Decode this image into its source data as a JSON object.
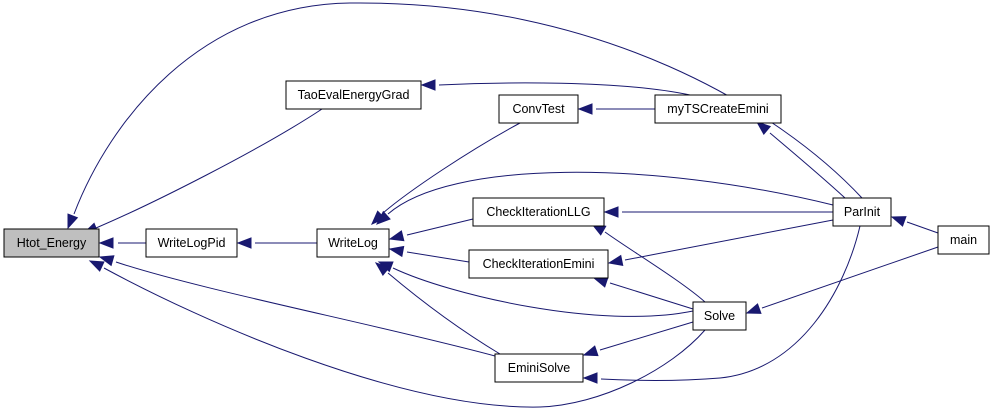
{
  "colors": {
    "node_fill": "#ffffff",
    "highlighted_node_fill": "#bfbfbf",
    "node_border": "#000000",
    "edge": "#191970"
  },
  "nodes": {
    "htot_energy": "Htot_Energy",
    "writelogpid": "WriteLogPid",
    "taoevalenergygrad": "TaoEvalEnergyGrad",
    "writelog": "WriteLog",
    "convtest": "ConvTest",
    "mytscreateemini": "myTSCreateEmini",
    "checkiterationllg": "CheckIterationLLG",
    "checkiterationemini": "CheckIterationEmini",
    "parinit": "ParInit",
    "main": "main",
    "solve": "Solve",
    "eminisolve": "EminiSolve"
  },
  "highlighted": "htot_energy",
  "edges": [
    {
      "from": "writelogpid",
      "to": "htot_energy"
    },
    {
      "from": "taoevalenergygrad",
      "to": "htot_energy"
    },
    {
      "from": "parinit",
      "to": "htot_energy"
    },
    {
      "from": "eminisolve",
      "to": "htot_energy"
    },
    {
      "from": "solve",
      "to": "htot_energy"
    },
    {
      "from": "writelog",
      "to": "writelogpid"
    },
    {
      "from": "mytscreateemini",
      "to": "taoevalenergygrad"
    },
    {
      "from": "mytscreateemini",
      "to": "convtest"
    },
    {
      "from": "convtest",
      "to": "writelog"
    },
    {
      "from": "parinit",
      "to": "writelog"
    },
    {
      "from": "checkiterationllg",
      "to": "writelog"
    },
    {
      "from": "checkiterationemini",
      "to": "writelog"
    },
    {
      "from": "solve",
      "to": "writelog"
    },
    {
      "from": "eminisolve",
      "to": "writelog"
    },
    {
      "from": "parinit",
      "to": "mytscreateemini"
    },
    {
      "from": "parinit",
      "to": "checkiterationllg"
    },
    {
      "from": "parinit",
      "to": "checkiterationemini"
    },
    {
      "from": "parinit",
      "to": "eminisolve"
    },
    {
      "from": "solve",
      "to": "checkiterationllg"
    },
    {
      "from": "solve",
      "to": "checkiterationemini"
    },
    {
      "from": "solve",
      "to": "eminisolve"
    },
    {
      "from": "main",
      "to": "parinit"
    },
    {
      "from": "main",
      "to": "solve"
    }
  ]
}
